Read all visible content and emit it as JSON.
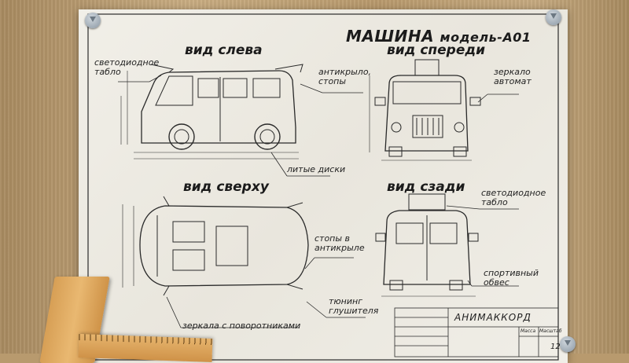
{
  "title": {
    "main": "МАШИНА",
    "model": "модель-А01"
  },
  "views": {
    "left": "вид слева",
    "front": "вид спереди",
    "top": "вид сверху",
    "back": "вид сзади"
  },
  "notes": {
    "led_board_1": "светодиодное\nтабло",
    "spoiler_stops": "антикрыло,\nстопы",
    "mirror_auto": "зеркало\nавтомат",
    "alloy_wheels": "литые диски",
    "stops_in_spoiler": "стопы в\nантикрыле",
    "led_board_2": "светодиодное\nтабло",
    "sport_kit": "спортивный\nобвес",
    "muffler_tuning": "тюнинг\nглушителя",
    "mirrors_turn": "зеркала с поворотниками"
  },
  "stamp": {
    "company": "АНИМАККОРД",
    "sheet_label": "Масса",
    "scale_label": "Масштаб",
    "number": "12"
  },
  "icons": [
    "pushpin-icon",
    "ruler-icon"
  ],
  "colors": {
    "paper": "#efede6",
    "ink": "#1b1b1b",
    "desk": "#b89a6e",
    "ruler": "#dca65c"
  }
}
